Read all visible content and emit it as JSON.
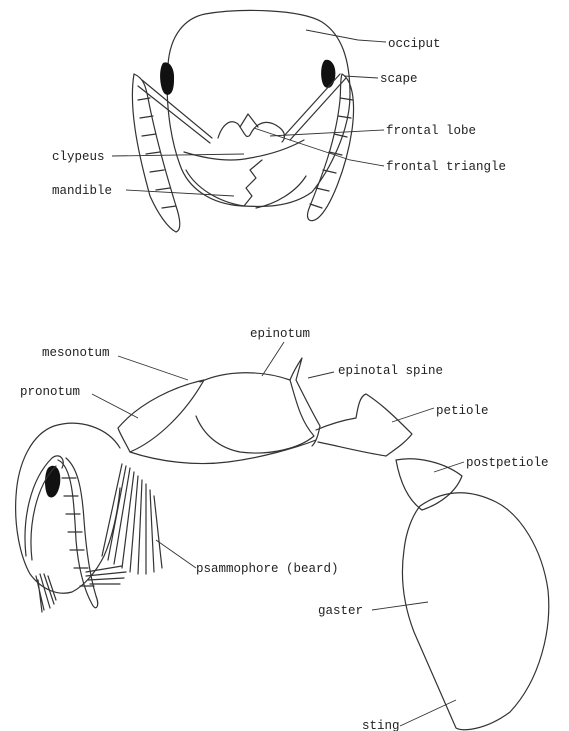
{
  "head_view": {
    "labels": {
      "occiput": "occiput",
      "scape": "scape",
      "frontal_lobe": "frontal lobe",
      "frontal_triangle": "frontal triangle",
      "clypeus": "clypeus",
      "mandible": "mandible"
    }
  },
  "body_view": {
    "labels": {
      "epinotum": "epinotum",
      "mesonotum": "mesonotum",
      "epinotal_spine": "epinotal spine",
      "pronotum": "pronotum",
      "petiole": "petiole",
      "postpetiole": "postpetiole",
      "psammophore": "psammophore (beard)",
      "gaster": "gaster",
      "sting": "sting"
    }
  },
  "colors": {
    "ink": "#333333",
    "eye": "#111111",
    "background": "#ffffff"
  }
}
